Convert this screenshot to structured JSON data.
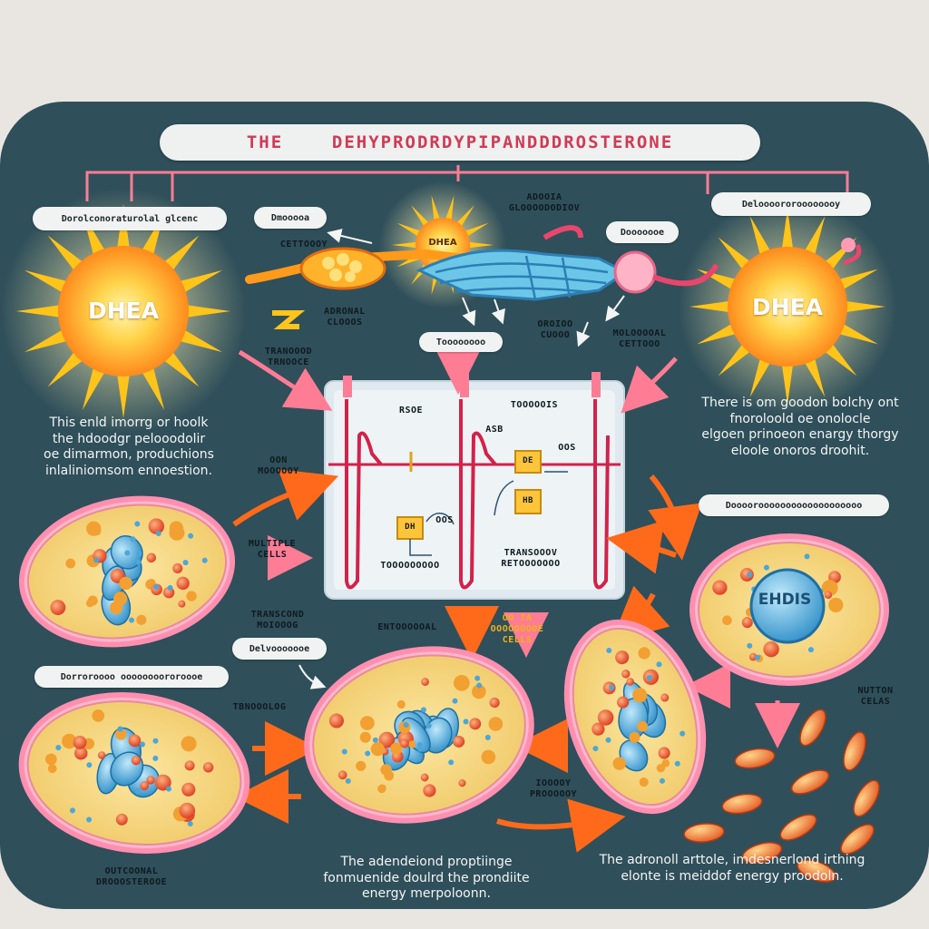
{
  "title": "THE    DEHYPRODRDYPIPANDDDROSTERONE",
  "labels": {
    "top_left_pill": "Dorolconoraturolal glcenc",
    "top_right_pill": "Deloooororoooooooy",
    "right_mid_pill": "Doooorooooooooooooooooooo",
    "left_low_pill": "Dorroroooo oooooooororoooe",
    "center_pill_left": "Dmooooa",
    "center_pill_right": "Dooooooe",
    "cell_pill": "Delvooooooe",
    "mid_pill": "Toooooooo"
  },
  "sun_labels": {
    "left": "DHEA",
    "right": "DHEA",
    "center": "DHEA"
  },
  "small_labels": {
    "adrenal_top": "ADOOIA\nGLOOOODODIOV",
    "cetoooy": "CETTOOOY",
    "adrenal_gland": "ADRONAL\nCLOOOS",
    "tranoond": "TRANOOOD\nTRNOOCE",
    "oon_mono": "OON\nMOOOOOY",
    "ororo": "OROIOO\nCUOOO",
    "mitochondrial": "MOLOOOOAL\nCETTOOO",
    "multiple_cells": "MULTIPLE\nCELLS",
    "transcend": "TRANSCOND\nMOIOOOG",
    "tbnoodoog": "TBNOOOLOG",
    "energy": "IOOOOY\nPROOOOOY",
    "nutrition": "NUTTON\nCELAS",
    "oo_cells": "OO TA\nOOOOOOOOE\nCELLS",
    "entooooa": "ENTOOOOOAL",
    "outcoonal": "OUTCOONAL\nDROOOSTEROOE"
  },
  "graph": {
    "label_top_left": "RSOE",
    "label_top_right": "TOOOOOIS",
    "label_mid": "ASB",
    "label_mid2": "OOS",
    "label_mid3": "OOS",
    "box1": "DE",
    "box2": "HB",
    "box3": "DH",
    "label_bottom_left": "TOOOOOOOOO",
    "label_bottom_right": "TRANSOOOV\nRETOOOOOOO"
  },
  "cell_nucleus": "EHDIS",
  "paragraphs": {
    "left": "This enld imorrg or hoolk\nthe hdoodgr pelooodolir\noe dimarmon, produchions\ninlaliniomsom ennoestion.",
    "right": "There is om goodon bolchy ont\nfnoroloold oe onolocle\nelgoen prinoeon enargy thorgy\neloole onoros droohit.",
    "bottom_center": "The adendeiond proptiinge\nfonmuenide doulrd the prondiite\nenergy merpoloonn.",
    "bottom_right": "The adronoll arttole, imdesnerlond irthing\nelonte is meiddof energy proodoln."
  },
  "colors": {
    "board": "#2f4f5a",
    "title_text": "#d13a55",
    "sun_core": "#ff8a1c",
    "sun_ray": "#ffc419",
    "cell_membrane": "#ff7fa4",
    "cell_cytoplasm": "#f6d77a",
    "organelle_blue": "#3fa7d6",
    "organelle_red": "#e0432a",
    "arrow_orange": "#ff6a1a",
    "arrow_pink": "#ff7c95"
  }
}
